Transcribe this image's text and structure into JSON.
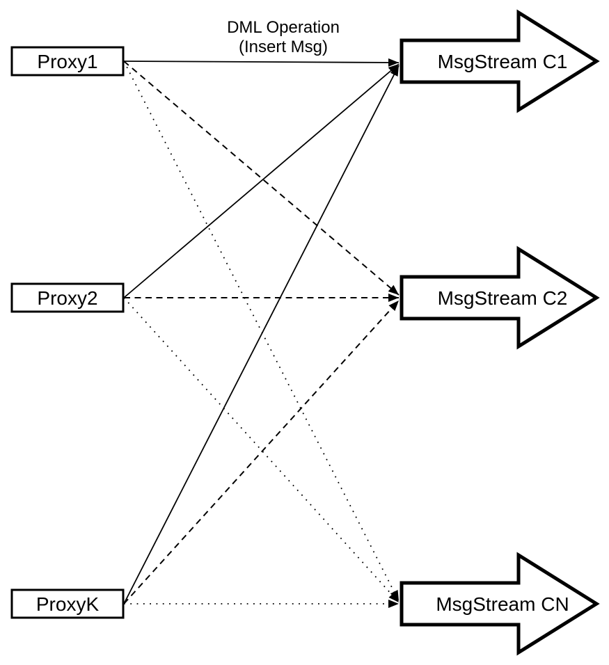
{
  "diagram": {
    "type": "fan-out connection diagram",
    "colors": {
      "ink": "#000000",
      "paper": "#ffffff"
    },
    "annotation": {
      "line1": "DML Operation",
      "line2": "(Insert Msg)"
    },
    "proxies": [
      {
        "label": "Proxy1"
      },
      {
        "label": "Proxy2"
      },
      {
        "label": "ProxyK"
      }
    ],
    "streams": [
      {
        "label": "MsgStream C1",
        "incoming_line_style": "solid"
      },
      {
        "label": "MsgStream C2",
        "incoming_line_style": "dashed"
      },
      {
        "label": "MsgStream CN",
        "incoming_line_style": "dotted"
      }
    ],
    "connections": [
      {
        "from": "Proxy1",
        "to": "MsgStream C1",
        "style": "solid"
      },
      {
        "from": "Proxy2",
        "to": "MsgStream C1",
        "style": "solid"
      },
      {
        "from": "ProxyK",
        "to": "MsgStream C1",
        "style": "solid"
      },
      {
        "from": "Proxy1",
        "to": "MsgStream C2",
        "style": "dashed"
      },
      {
        "from": "Proxy2",
        "to": "MsgStream C2",
        "style": "dashed"
      },
      {
        "from": "ProxyK",
        "to": "MsgStream C2",
        "style": "dashed"
      },
      {
        "from": "Proxy1",
        "to": "MsgStream CN",
        "style": "dotted"
      },
      {
        "from": "Proxy2",
        "to": "MsgStream CN",
        "style": "dotted"
      },
      {
        "from": "ProxyK",
        "to": "MsgStream CN",
        "style": "dotted"
      }
    ]
  }
}
